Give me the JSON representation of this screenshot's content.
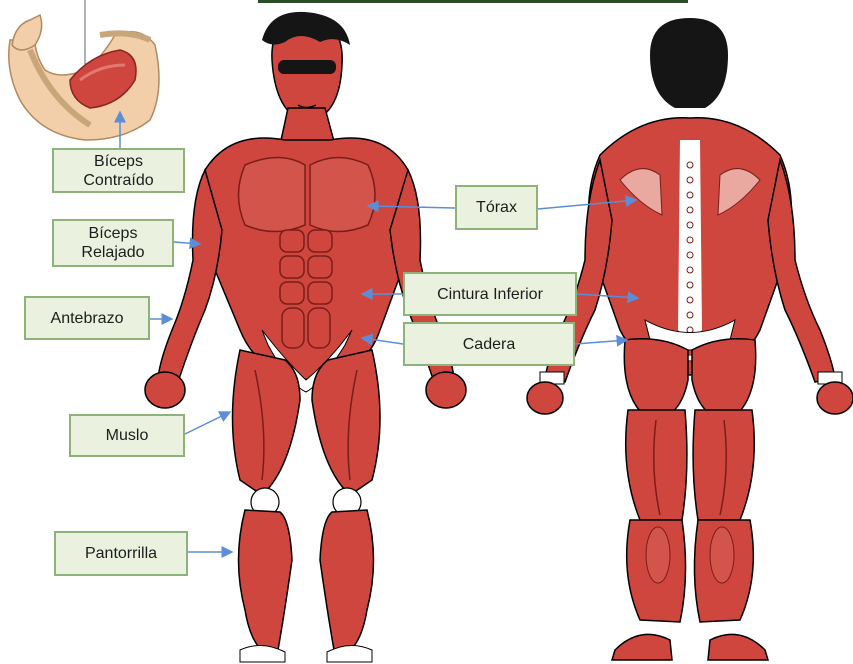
{
  "colors": {
    "muscle": "#cf463f",
    "muscle_dark": "#9b2621",
    "muscle_light": "#e27a70",
    "skin": "#f3cfa9",
    "hair": "#151515",
    "label_fill": "#eaf2df",
    "label_border": "#8db27a",
    "arrow": "#5b8ed6"
  },
  "labels": {
    "biceps_contraido": "Bíceps\nContraído",
    "biceps_relajado": "Bíceps\nRelajado",
    "antebrazo": "Antebrazo",
    "muslo": "Muslo",
    "pantorrilla": "Pantorrilla",
    "torax": "Tórax",
    "cintura_inferior": "Cintura Inferior",
    "cadera": "Cadera"
  }
}
